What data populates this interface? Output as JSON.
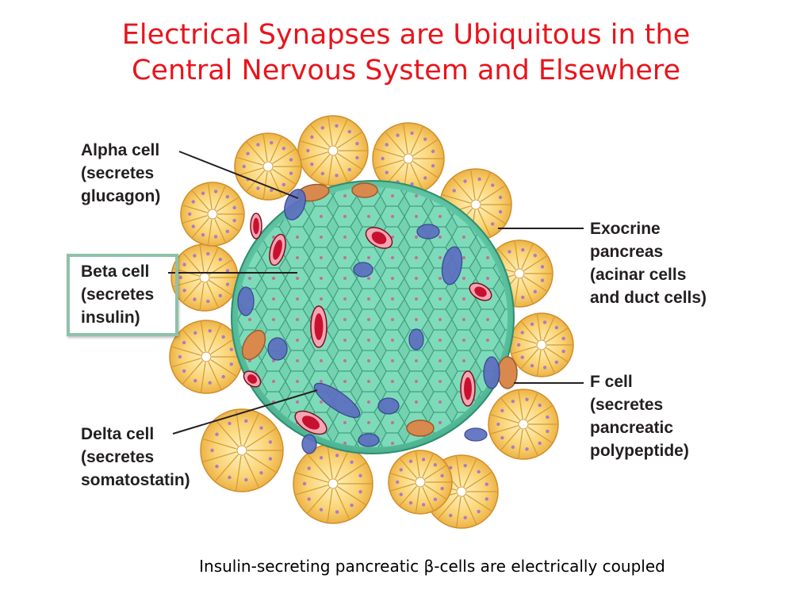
{
  "slide": {
    "title_line1": "Electrical Synapses are Ubiquitous in the",
    "title_line2": "Central Nervous System and Elsewhere",
    "caption": "Insulin-secreting pancreatic β-cells are electrically coupled"
  },
  "labels": {
    "alpha": [
      "Alpha cell",
      "(secretes",
      "glucagon)"
    ],
    "beta": [
      "Beta cell",
      "(secretes",
      "insulin)"
    ],
    "delta": [
      "Delta cell",
      "(secretes",
      "somatostatin)"
    ],
    "exocrine": [
      "Exocrine",
      "pancreas",
      "(acinar cells",
      "and duct cells)"
    ],
    "f_cell": [
      "F cell",
      "(secretes",
      "pancreatic",
      "polypeptide)"
    ]
  },
  "colors": {
    "title": "#e8141c",
    "beta_cell": "#6cc9a8",
    "alpha_cell": "#d9894e",
    "delta_cell": "#5c6fc0",
    "acinar": "#f7c64a",
    "capillary": "#c8102e",
    "highlight_box": "#8fc1a9"
  }
}
